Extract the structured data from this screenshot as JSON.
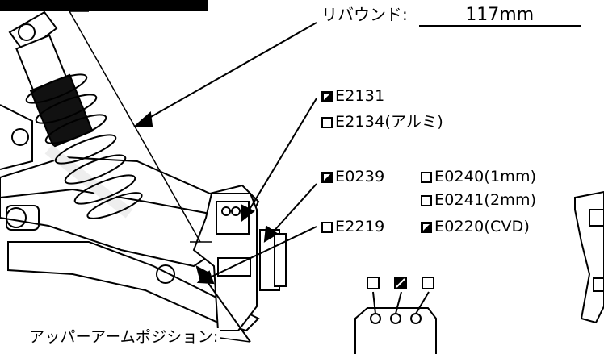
{
  "rebound": {
    "label": "リバウンド:",
    "value": "117mm"
  },
  "options": {
    "e2131": "E2131",
    "e2134": "E2134(アルミ)",
    "e0239": "E0239",
    "e0240": "E0240(1mm)",
    "e0241": "E0241(2mm)",
    "e2219": "E2219",
    "e0220": "E0220(CVD)"
  },
  "upper_arm": {
    "label": "アッパーアームポジション:"
  }
}
